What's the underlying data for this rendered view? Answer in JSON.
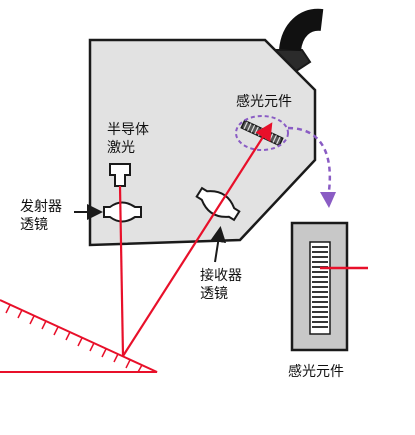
{
  "labels": {
    "laser_line1": "半导体",
    "laser_line2": "激光",
    "emit_lens_line1": "发射器",
    "emit_lens_line2": "透镜",
    "recv_lens_line1": "接收器",
    "recv_lens_line2": "透镜",
    "sensor_inside": "感光元件",
    "sensor_detail": "感光元件"
  },
  "colors": {
    "housing_fill": "#e2e2e2",
    "housing_stroke": "#1a1a1a",
    "laser_beam": "#e8102a",
    "dashed_highlight": "#8a5cc4",
    "target_surface": "#e8102a"
  },
  "icons": {
    "cable": "cable-icon",
    "laser_diode": "laser-diode-icon",
    "emitter_lens": "lens-icon",
    "receiver_lens": "lens-icon",
    "sensor_element": "sensor-array-icon"
  }
}
